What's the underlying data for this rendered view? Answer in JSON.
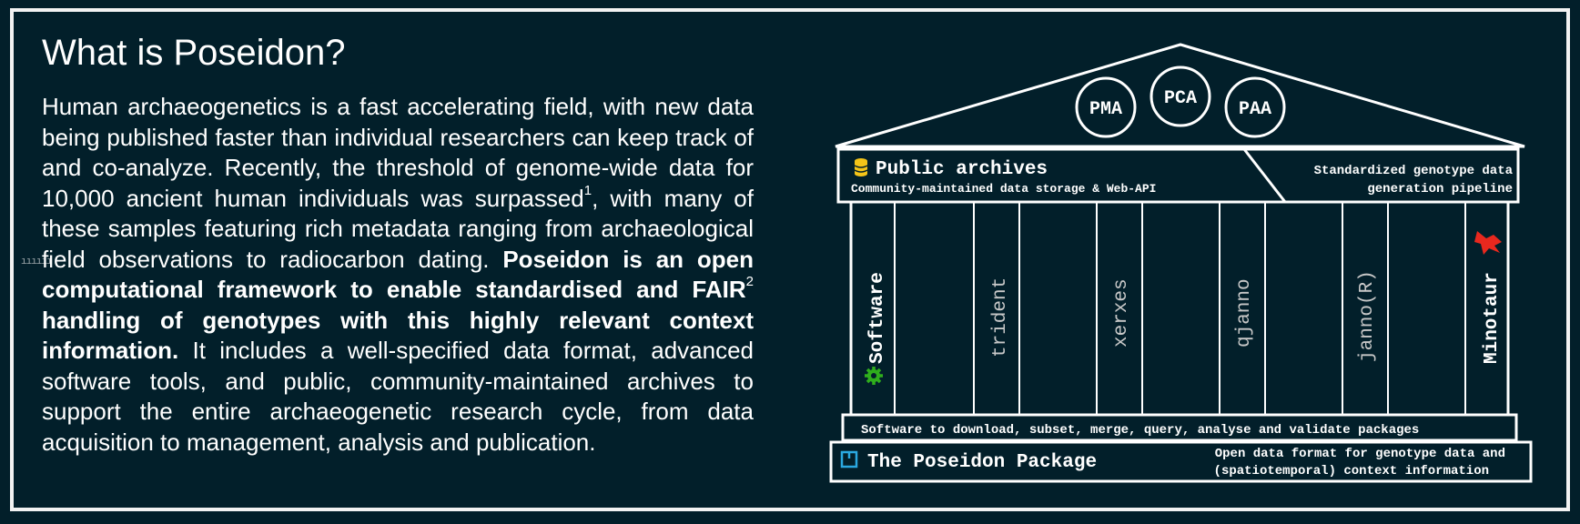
{
  "heading": "What is Poseidon?",
  "paragraph": {
    "p1": "Human archaeogenetics is a fast accelerating field, with new data being published faster than individual researchers can keep track of and co-analyze. Recently, the threshold of genome-wide data for 10,000 ancient human individuals was surpassed",
    "p1_sup": "1",
    "p2": ", with many of these samples featuring rich metadata ranging from archaeological field observations to radiocarbon dating. ",
    "p3_bold": "Poseidon is an open computational framework to enable standardised and FAIR",
    "p3_sup": "2",
    "p4_bold": " handling of genotypes with this highly relevant context information.",
    "p5": " It includes a well-specified data format, advanced software tools, and public, community-maintained archives to support the entire archaeogenetic research cycle, from data acquisition to management, analysis and publication."
  },
  "diagram": {
    "roof_circles": [
      "PMA",
      "PCA",
      "PAA"
    ],
    "archives_title": "Public archives",
    "archives_sub": "Community-maintained data storage & Web-API",
    "pipeline_line1": "Standardized genotype data",
    "pipeline_line2": "generation pipeline",
    "software_label": "Software",
    "columns": [
      "trident",
      "xerxes",
      "qjanno",
      "janno(R)"
    ],
    "minotaur_label": "Minotaur",
    "software_base": "Software to download, subset, merge, query, analyse and validate packages",
    "package_title": "The Poseidon Package",
    "package_line1": "Open data format for genotype data and",
    "package_line2": "(spatiotemporal) context information"
  },
  "colors": {
    "background": "#021f2a",
    "foreground": "#ffffff",
    "accent_yellow": "#f5c518",
    "accent_green": "#2fae1c",
    "accent_blue": "#2aa8e0",
    "accent_red": "#e8281e"
  },
  "icons": [
    "database-icon",
    "gear-icon",
    "minotaur-icon",
    "package-icon"
  ]
}
